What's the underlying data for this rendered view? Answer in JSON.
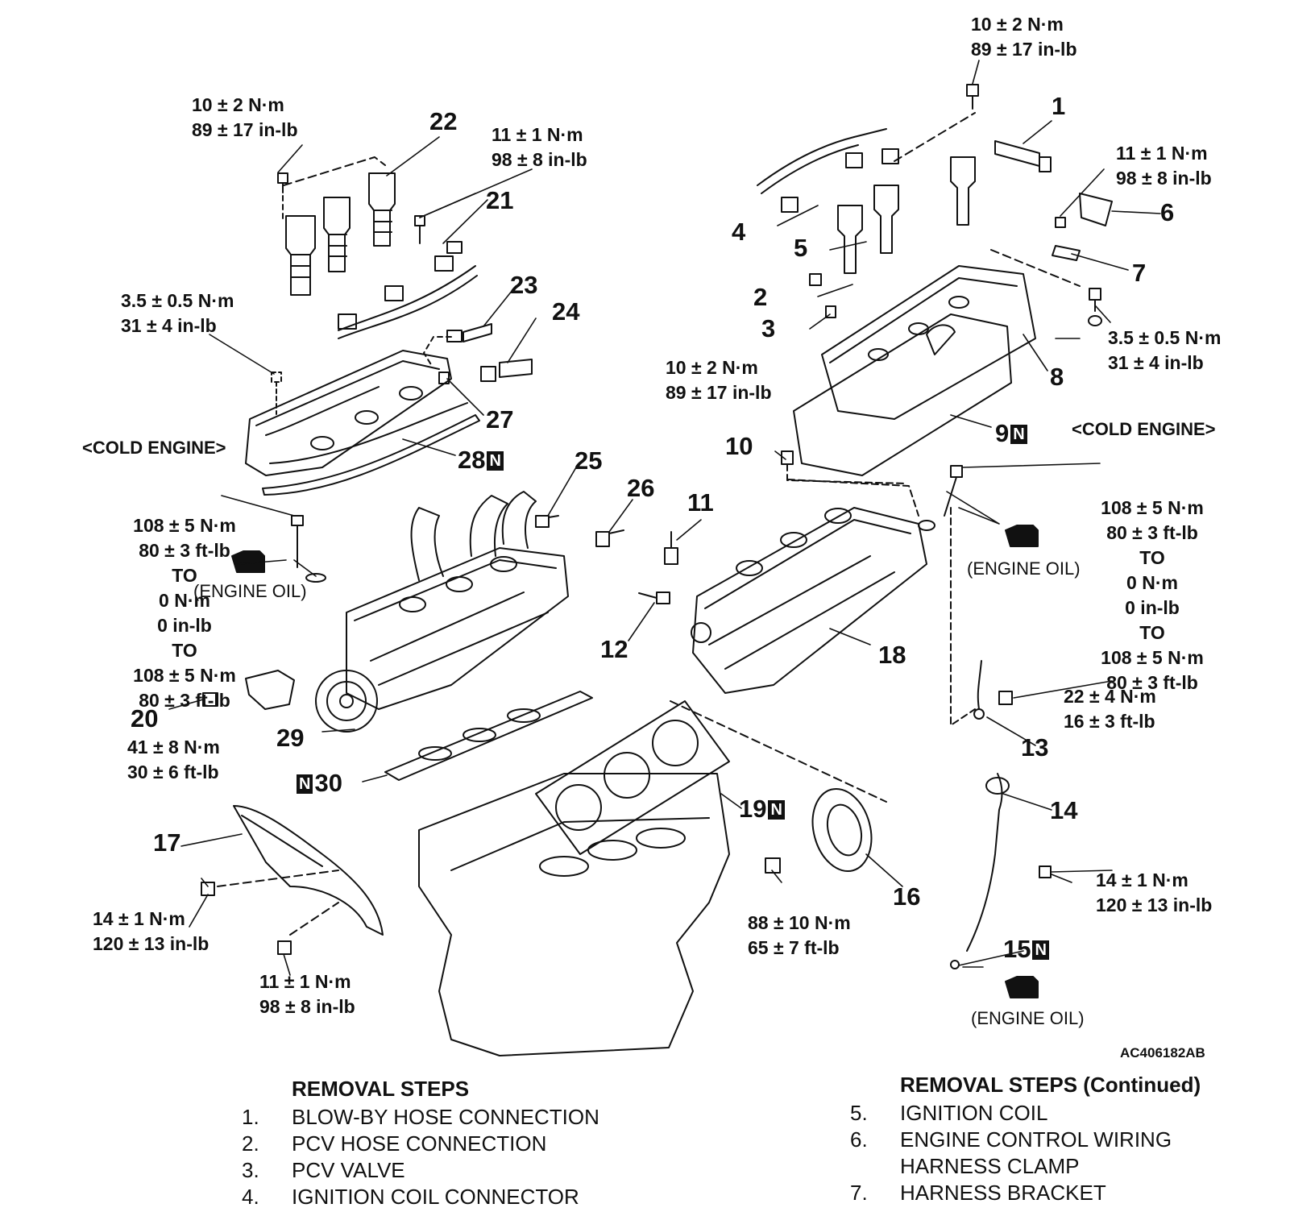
{
  "figure_id": "AC406182AB",
  "engine_oil_label": "(ENGINE OIL)",
  "cold_engine_label": "<COLD ENGINE>",
  "new_part_mark": "N",
  "callouts": [
    {
      "num": "1"
    },
    {
      "num": "2"
    },
    {
      "num": "3"
    },
    {
      "num": "4"
    },
    {
      "num": "5"
    },
    {
      "num": "6"
    },
    {
      "num": "7"
    },
    {
      "num": "8"
    },
    {
      "num": "9",
      "new": true
    },
    {
      "num": "10"
    },
    {
      "num": "11"
    },
    {
      "num": "12"
    },
    {
      "num": "13"
    },
    {
      "num": "14"
    },
    {
      "num": "15",
      "new": true
    },
    {
      "num": "16"
    },
    {
      "num": "17"
    },
    {
      "num": "18"
    },
    {
      "num": "19",
      "new": true
    },
    {
      "num": "20"
    },
    {
      "num": "21"
    },
    {
      "num": "22"
    },
    {
      "num": "23"
    },
    {
      "num": "24"
    },
    {
      "num": "25"
    },
    {
      "num": "26"
    },
    {
      "num": "27"
    },
    {
      "num": "28",
      "new": true
    },
    {
      "num": "29"
    },
    {
      "num": "30",
      "new": true
    }
  ],
  "torque_specs": [
    {
      "id": "t_top_right",
      "lines": [
        "10 ± 2 N·m",
        "89 ± 17 in-lb"
      ]
    },
    {
      "id": "t_top_left",
      "lines": [
        "10 ± 2 N·m",
        "89 ± 17 in-lb"
      ]
    },
    {
      "id": "t_21",
      "lines": [
        "11 ± 1 N·m",
        "98 ± 8 in-lb"
      ]
    },
    {
      "id": "t_6",
      "lines": [
        "11 ± 1 N·m",
        "98 ± 8 in-lb"
      ]
    },
    {
      "id": "t_cover_left",
      "lines": [
        "3.5 ± 0.5 N·m",
        "31 ± 4 in-lb"
      ]
    },
    {
      "id": "t_cover_right",
      "lines": [
        "3.5 ± 0.5 N·m",
        "31 ± 4 in-lb"
      ]
    },
    {
      "id": "t_3",
      "lines": [
        "10 ± 2 N·m",
        "89 ± 17 in-lb"
      ]
    },
    {
      "id": "t_head_left",
      "lines": [
        "108 ± 5 N·m",
        "80 ± 3 ft-lb",
        "TO",
        "0 N·m",
        "0 in-lb",
        "TO",
        "108 ± 5 N·m",
        "80 ± 3 ft-lb"
      ]
    },
    {
      "id": "t_head_right",
      "lines": [
        "108 ± 5 N·m",
        "80 ± 3 ft-lb",
        "TO",
        "0 N·m",
        "0 in-lb",
        "TO",
        "108 ± 5 N·m",
        "80 ± 3 ft-lb"
      ]
    },
    {
      "id": "t_13",
      "lines": [
        "22 ± 4 N·m",
        "16 ± 3 ft-lb"
      ]
    },
    {
      "id": "t_20",
      "lines": [
        "41 ± 8 N·m",
        "30 ± 6 ft-lb"
      ]
    },
    {
      "id": "t_17a",
      "lines": [
        "14 ± 1 N·m",
        "120 ± 13 in-lb"
      ]
    },
    {
      "id": "t_17b",
      "lines": [
        "11 ± 1 N·m",
        "98 ± 8 in-lb"
      ]
    },
    {
      "id": "t_16",
      "lines": [
        "88 ± 10 N·m",
        "65 ± 7 ft-lb"
      ]
    },
    {
      "id": "t_14",
      "lines": [
        "14 ± 1 N·m",
        "120 ± 13 in-lb"
      ]
    }
  ],
  "removal_steps": {
    "title": "REMOVAL STEPS",
    "items": [
      {
        "n": "1.",
        "text": "BLOW-BY HOSE CONNECTION"
      },
      {
        "n": "2.",
        "text": "PCV HOSE CONNECTION"
      },
      {
        "n": "3.",
        "text": "PCV VALVE"
      },
      {
        "n": "4.",
        "text": "IGNITION COIL CONNECTOR"
      }
    ]
  },
  "removal_steps_continued": {
    "title": "REMOVAL STEPS (Continued)",
    "items": [
      {
        "n": "5.",
        "text": "IGNITION COIL"
      },
      {
        "n": "6.",
        "text": "ENGINE CONTROL WIRING"
      },
      {
        "n": "",
        "text": "HARNESS CLAMP"
      },
      {
        "n": "7.",
        "text": "HARNESS BRACKET"
      }
    ]
  }
}
